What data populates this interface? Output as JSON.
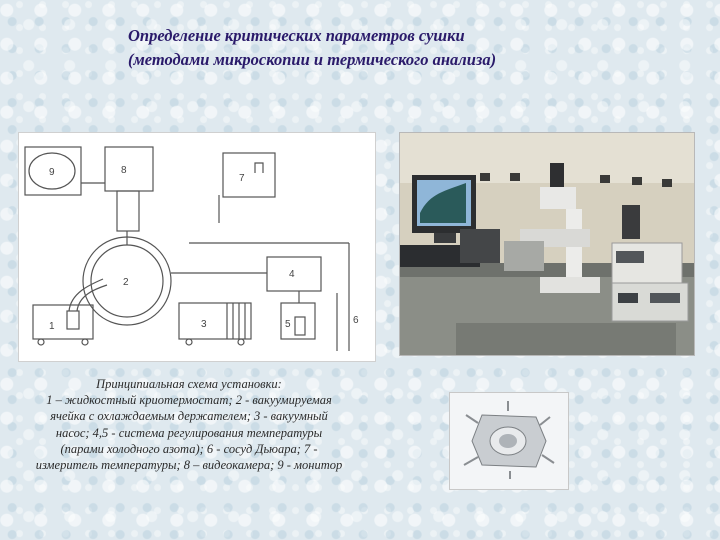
{
  "title": {
    "line1": "Определение критических параметров сушки",
    "line2": "(методами микроскопии и  термического анализа)"
  },
  "scheme": {
    "labels": {
      "n1": "1",
      "n2": "2",
      "n3": "3",
      "n4": "4",
      "n5": "5",
      "n6": "6",
      "n7": "7",
      "n8": "8",
      "n9": "9"
    }
  },
  "caption": {
    "lines": [
      "Принципиальная схема установки:",
      "1 – жидкостный криотермостат; 2 - вакуумируемая",
      "ячейка с охлаждаемым держателем; 3 - вакуумный",
      "насос; 4,5 - система регулирования температуры",
      "(парами холодного азота); 6 - сосуд Дьюара; 7 -",
      "измеритель температуры; 8 – видеокамера; 9 - монитор"
    ]
  },
  "colors": {
    "title": "#2a1a6a",
    "background": "#dfe9ef"
  }
}
